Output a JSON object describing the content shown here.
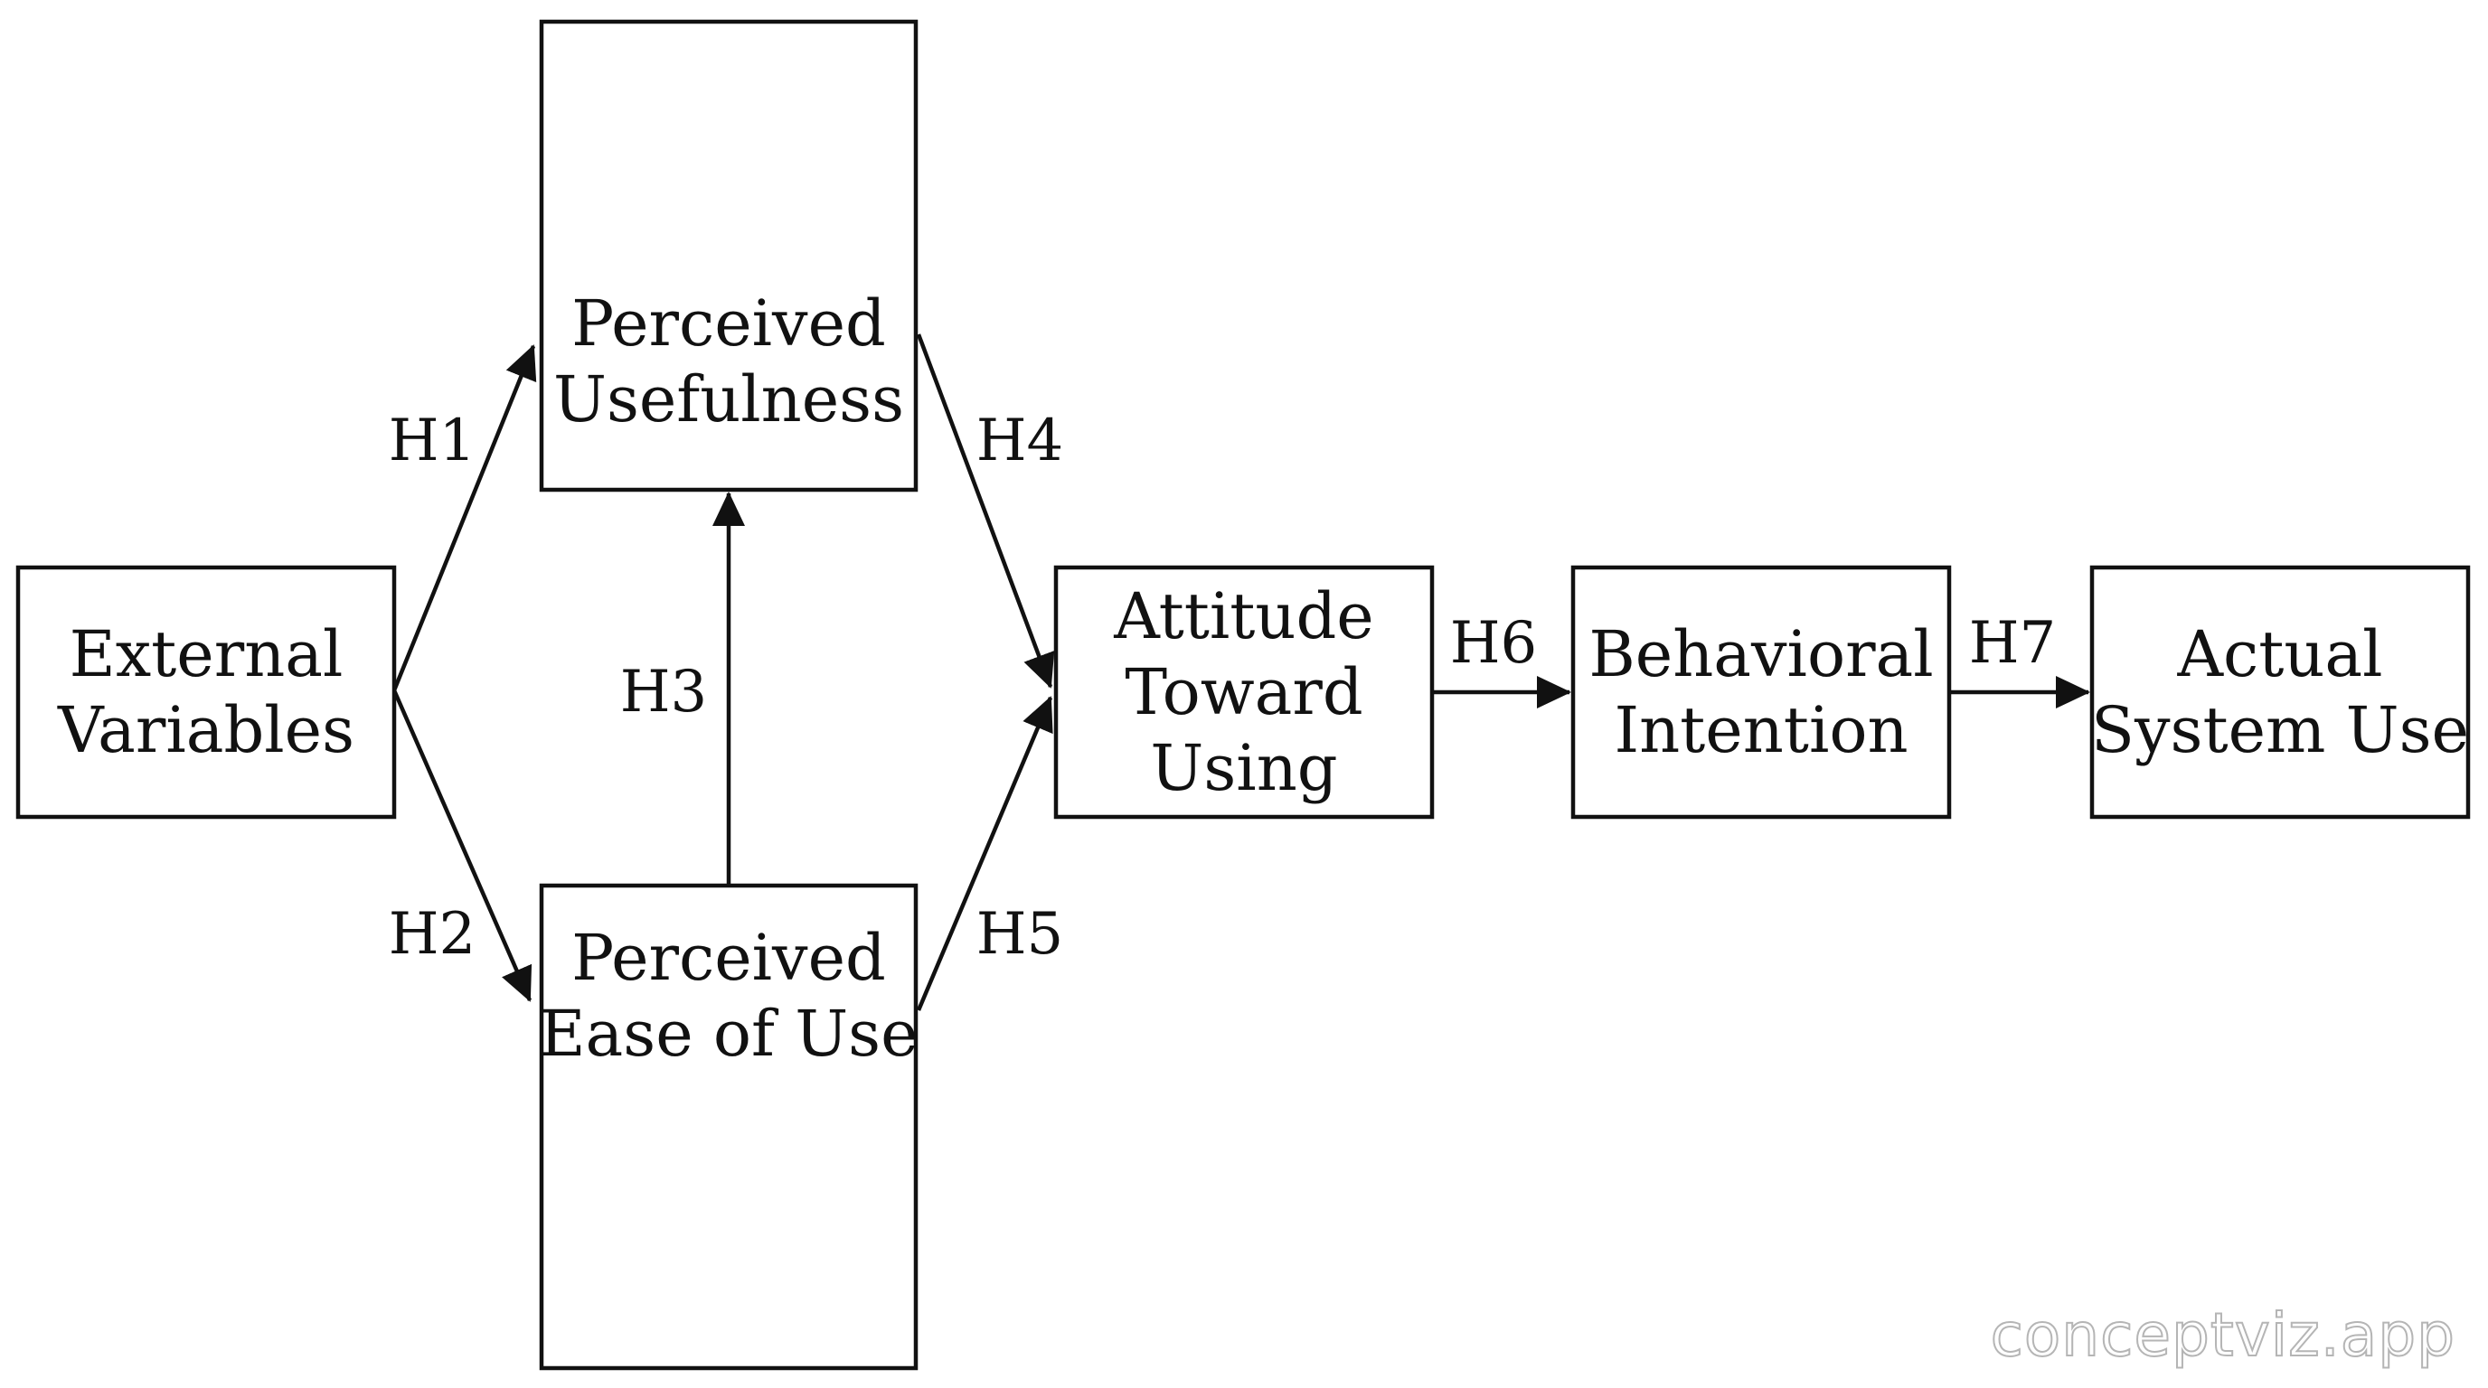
{
  "diagram": {
    "nodes": [
      {
        "id": "external",
        "lines": [
          "External",
          "Variables"
        ]
      },
      {
        "id": "pu",
        "lines": [
          "Perceived",
          "Usefulness"
        ]
      },
      {
        "id": "peou",
        "lines": [
          "Perceived",
          "Ease of Use"
        ]
      },
      {
        "id": "att",
        "lines": [
          "Attitude",
          "Toward",
          "Using"
        ]
      },
      {
        "id": "bi",
        "lines": [
          "Behavioral",
          "Intention"
        ]
      },
      {
        "id": "use",
        "lines": [
          "Actual",
          "System Use"
        ]
      }
    ],
    "edges": [
      {
        "id": "h1",
        "from": "external",
        "to": "pu",
        "label": "H1"
      },
      {
        "id": "h2",
        "from": "external",
        "to": "peou",
        "label": "H2"
      },
      {
        "id": "h3",
        "from": "peou",
        "to": "pu",
        "label": "H3"
      },
      {
        "id": "h4",
        "from": "pu",
        "to": "att",
        "label": "H4"
      },
      {
        "id": "h5",
        "from": "peou",
        "to": "att",
        "label": "H5"
      },
      {
        "id": "h6",
        "from": "att",
        "to": "bi",
        "label": "H6"
      },
      {
        "id": "h7",
        "from": "bi",
        "to": "use",
        "label": "H7"
      }
    ]
  },
  "watermark": "conceptviz.app"
}
